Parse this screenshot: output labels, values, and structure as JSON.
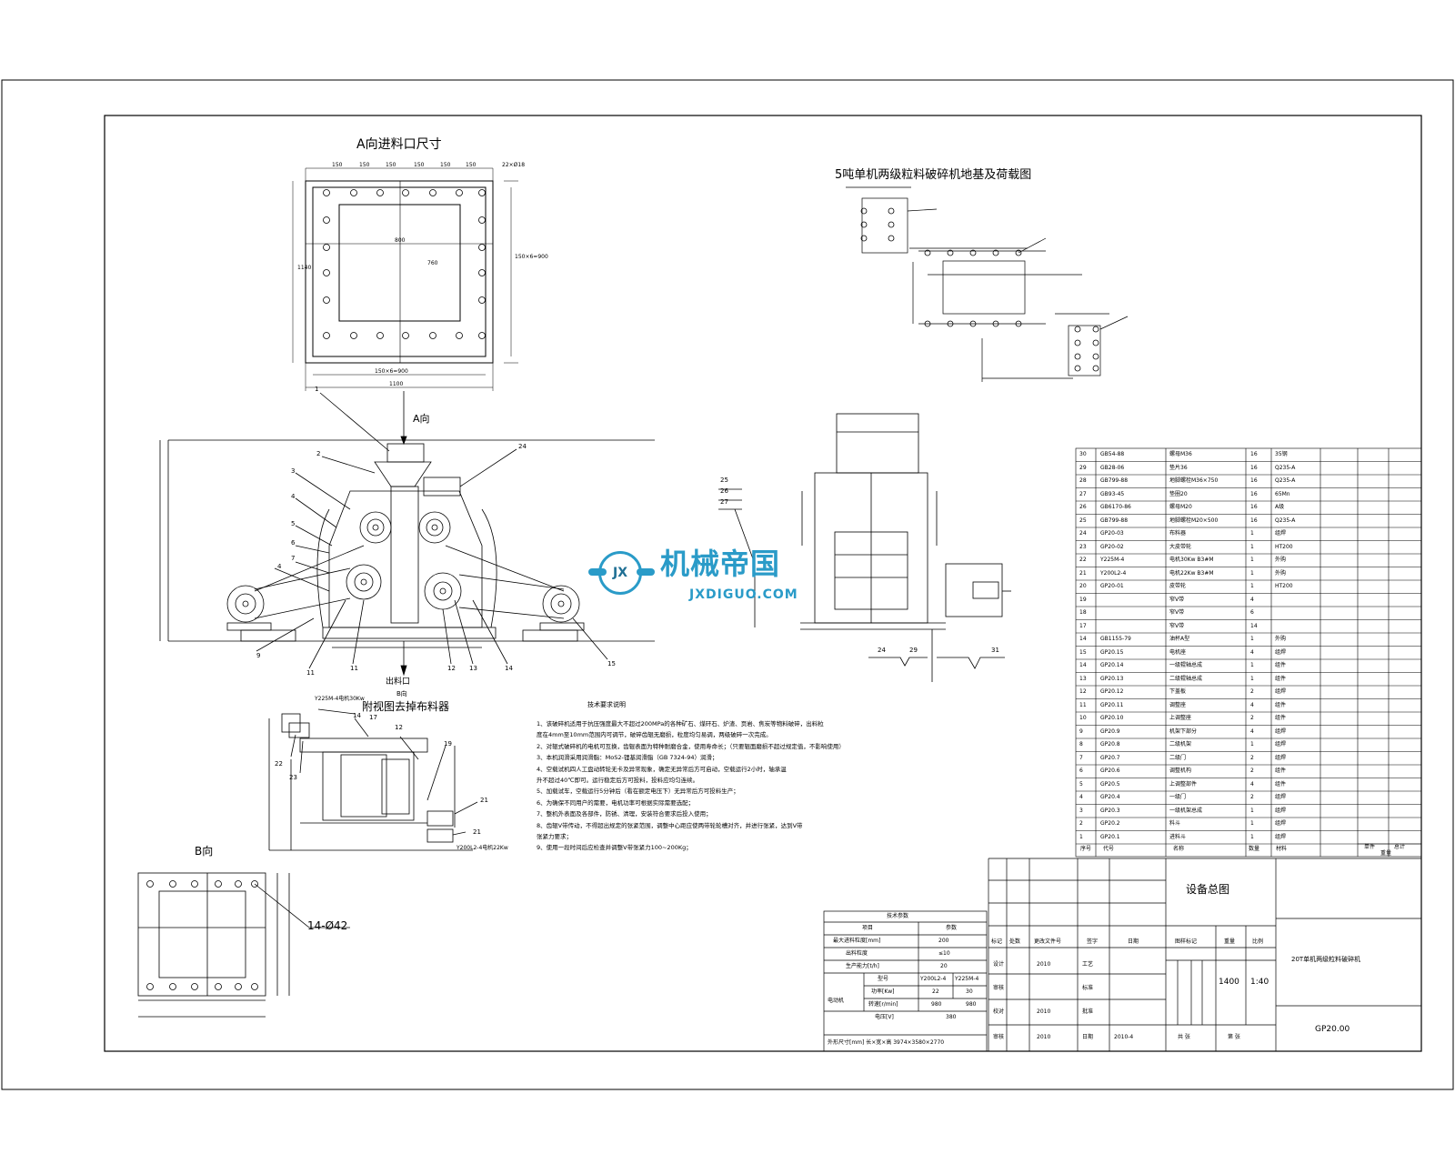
{
  "titles": {
    "view_a_inlet": "A向进料口尺寸",
    "foundation": "5吨单机两级粒料破碎机地基及荷载图",
    "view_a_arrow": "A向",
    "outlet": "出料口",
    "view_b_arrow": "B向",
    "side_view": "附视图去掉布料器",
    "view_b": "B向",
    "hole_callout": "14-Ø42",
    "tech_title": "技术要求说明"
  },
  "motor_labels": {
    "top": "Y225M-4电机30Kw",
    "bottom": "Y200L2-4电机22Kw"
  },
  "callouts_main": [
    "1",
    "2",
    "3",
    "4",
    "5",
    "6",
    "7",
    "4",
    "9",
    "11",
    "11",
    "12",
    "13",
    "14",
    "15",
    "24"
  ],
  "callouts_side": [
    "25",
    "26",
    "27",
    "24",
    "29",
    "31"
  ],
  "callouts_plan": [
    "14",
    "17",
    "12",
    "19",
    "21",
    "21",
    "22",
    "23"
  ],
  "tech_lines": [
    "1、该破碎机适用于抗压强度最大不超过200MPa的各种矿石、煤矸石、炉渣、页岩、焦炭等物料破碎，出料粒",
    "度在4mm至10mm范围内可调节，破碎齿辊无磨损，粒度均匀易调，两级破碎一次完成。",
    "2、对辊式破碎机的电机可互换，齿辊表面为特种耐磨合金，使用寿命长；（只要辊面磨损不超过规定值，不影响使用）",
    "3、本机润滑采用润滑脂：MoS2-锂基润滑脂（GB 7324-94）润滑；",
    "4、空载试机四人工盘动转轮无卡及异常现象，确定无异常后方可启动，空载运行2小时，轴承温",
    "升不超过40℃即可。运行稳定后方可投料，投料应均匀连续。",
    "5、加载试车，空载运行5分钟后（看在额定电压下）无异常后方可投料生产；",
    "6、为确保不同用户的需要，电机功率可根据实际需要选配；",
    "7、整机外表面及各部件，防锈、清理，安装符合要求后投入使用；",
    "8、齿辊V带传动，不得超出规定的张紧范围，调整中心距应使两带轮轮槽对齐，并进行张紧，达到V带",
    "张紧力要求；",
    "9、使用一段时间后应检查并调整V带张紧力100~200Kg；"
  ],
  "parts_list": [
    {
      "no": "30",
      "code": "GB54-88",
      "name": "螺母M36",
      "qty": "16",
      "mat": "35钢"
    },
    {
      "no": "29",
      "code": "GB28-06",
      "name": "垫片36",
      "qty": "16",
      "mat": "Q235-A"
    },
    {
      "no": "28",
      "code": "GB799-88",
      "name": "地脚螺栓M36×750",
      "qty": "16",
      "mat": "Q235-A"
    },
    {
      "no": "27",
      "code": "GB93-45",
      "name": "垫圈20",
      "qty": "16",
      "mat": "65Mn"
    },
    {
      "no": "26",
      "code": "GB6170-86",
      "name": "螺母M20",
      "qty": "16",
      "mat": "A级"
    },
    {
      "no": "25",
      "code": "GB799-88",
      "name": "地脚螺栓M20×500",
      "qty": "16",
      "mat": "Q235-A"
    },
    {
      "no": "24",
      "code": "GP20-03",
      "name": "布料器",
      "qty": "1",
      "mat": "组焊"
    },
    {
      "no": "23",
      "code": "GP20-02",
      "name": "大皮带轮",
      "qty": "1",
      "mat": "HT200"
    },
    {
      "no": "22",
      "code": "Y225M-4",
      "name": "电机30Kw B3#M",
      "qty": "1",
      "mat": "外购"
    },
    {
      "no": "21",
      "code": "Y200L2-4",
      "name": "电机22Kw B3#M",
      "qty": "1",
      "mat": "外购"
    },
    {
      "no": "20",
      "code": "GP20-01",
      "name": "皮带轮",
      "qty": "1",
      "mat": "HT200"
    },
    {
      "no": "19",
      "code": "",
      "name": "窄V带",
      "qty": "4",
      "mat": ""
    },
    {
      "no": "18",
      "code": "",
      "name": "窄V带",
      "qty": "6",
      "mat": ""
    },
    {
      "no": "17",
      "code": "",
      "name": "窄V带",
      "qty": "14",
      "mat": ""
    },
    {
      "no": "14",
      "code": "GB1155-79",
      "name": "油杯A型",
      "qty": "1",
      "mat": "外购"
    },
    {
      "no": "15",
      "code": "GP20.15",
      "name": "电机座",
      "qty": "4",
      "mat": "组焊"
    },
    {
      "no": "14",
      "code": "GP20.14",
      "name": "一级辊轴总成",
      "qty": "1",
      "mat": "组件"
    },
    {
      "no": "13",
      "code": "GP20.13",
      "name": "二级辊轴总成",
      "qty": "1",
      "mat": "组件"
    },
    {
      "no": "12",
      "code": "GP20.12",
      "name": "下盖板",
      "qty": "2",
      "mat": "组焊"
    },
    {
      "no": "11",
      "code": "GP20.11",
      "name": "调整座",
      "qty": "4",
      "mat": "组件"
    },
    {
      "no": "10",
      "code": "GP20.10",
      "name": "上调整座",
      "qty": "2",
      "mat": "组件"
    },
    {
      "no": "9",
      "code": "GP20.9",
      "name": "机架下部分",
      "qty": "4",
      "mat": "组焊"
    },
    {
      "no": "8",
      "code": "GP20.8",
      "name": "二级机架",
      "qty": "1",
      "mat": "组焊"
    },
    {
      "no": "7",
      "code": "GP20.7",
      "name": "二级门",
      "qty": "2",
      "mat": "组焊"
    },
    {
      "no": "6",
      "code": "GP20.6",
      "name": "调整机构",
      "qty": "2",
      "mat": "组件"
    },
    {
      "no": "5",
      "code": "GP20.5",
      "name": "上调整部件",
      "qty": "4",
      "mat": "组件"
    },
    {
      "no": "4",
      "code": "GP20.4",
      "name": "一级门",
      "qty": "2",
      "mat": "组焊"
    },
    {
      "no": "3",
      "code": "GP20.3",
      "name": "一级机架总成",
      "qty": "1",
      "mat": "组焊"
    },
    {
      "no": "2",
      "code": "GP20.2",
      "name": "料斗",
      "qty": "1",
      "mat": "组焊"
    },
    {
      "no": "1",
      "code": "GP20.1",
      "name": "进料斗",
      "qty": "1",
      "mat": "组焊"
    }
  ],
  "parts_header": {
    "no": "序号",
    "code": "代号",
    "name": "名称",
    "qty": "数量",
    "mat": "材料",
    "weight": "单件",
    "total": "总计",
    "unit": "重量"
  },
  "params": {
    "title": "技术参数",
    "col_item": "项目",
    "col_val": "参数",
    "rows": [
      {
        "k": "最大进料粒度[mm]",
        "v": "200"
      },
      {
        "k": "出料粒度",
        "v": "≤10"
      },
      {
        "k": "生产能力[t/h]",
        "v": "20"
      }
    ],
    "motor_label": "电动机",
    "motor_head": "型号",
    "motor_types": [
      "Y200L2-4",
      "Y225M-4"
    ],
    "power_k": "功率[Kw]",
    "power_v": [
      "22",
      "30"
    ],
    "speed_k": "转速[r/min]",
    "speed_v": [
      "980",
      "980"
    ],
    "voltage_k": "电压[V]",
    "voltage_v": "380",
    "dims": "外形尺寸[mm] 长×宽×高 3974×3580×2770"
  },
  "title_block": {
    "drawing_title": "设备总图",
    "product": "20T单机两级粒料破碎机",
    "drawing_no": "GP20.00",
    "stage_label": "图样标记",
    "weight_label": "重量",
    "scale_label": "比例",
    "weight_val": "1400",
    "scale_val": "1:40",
    "sheet_total": "共 张",
    "sheet_no": "第 张",
    "labels": [
      "标记",
      "处数",
      "更改文件号",
      "签字",
      "日期"
    ],
    "design": "设计",
    "design_date": "2010",
    "craft": "工艺",
    "check": "审核",
    "std": "标准",
    "proof": "校对",
    "proof_date": "2010",
    "approve": "批准",
    "review": "审核",
    "review_date": "2010",
    "date_label": "日期",
    "date_val": "2010-4"
  },
  "watermark": {
    "main": "机械帝国",
    "sub": "JXDIGUO.COM",
    "badge": "JX"
  },
  "dims_view_a": {
    "top_segments": [
      "150",
      "150",
      "150",
      "150",
      "150",
      "150"
    ],
    "right_top": "22×Ø18",
    "inner_width": "800",
    "inner_height": "760",
    "left_height": "1140",
    "right_height": "150×6=900",
    "bottom_inner": "150×6=900",
    "bottom_overall": "1100"
  },
  "colors": {
    "line": "#000000",
    "watermark": "#2a9bc8",
    "watermark_dark": "#1f6f94"
  }
}
